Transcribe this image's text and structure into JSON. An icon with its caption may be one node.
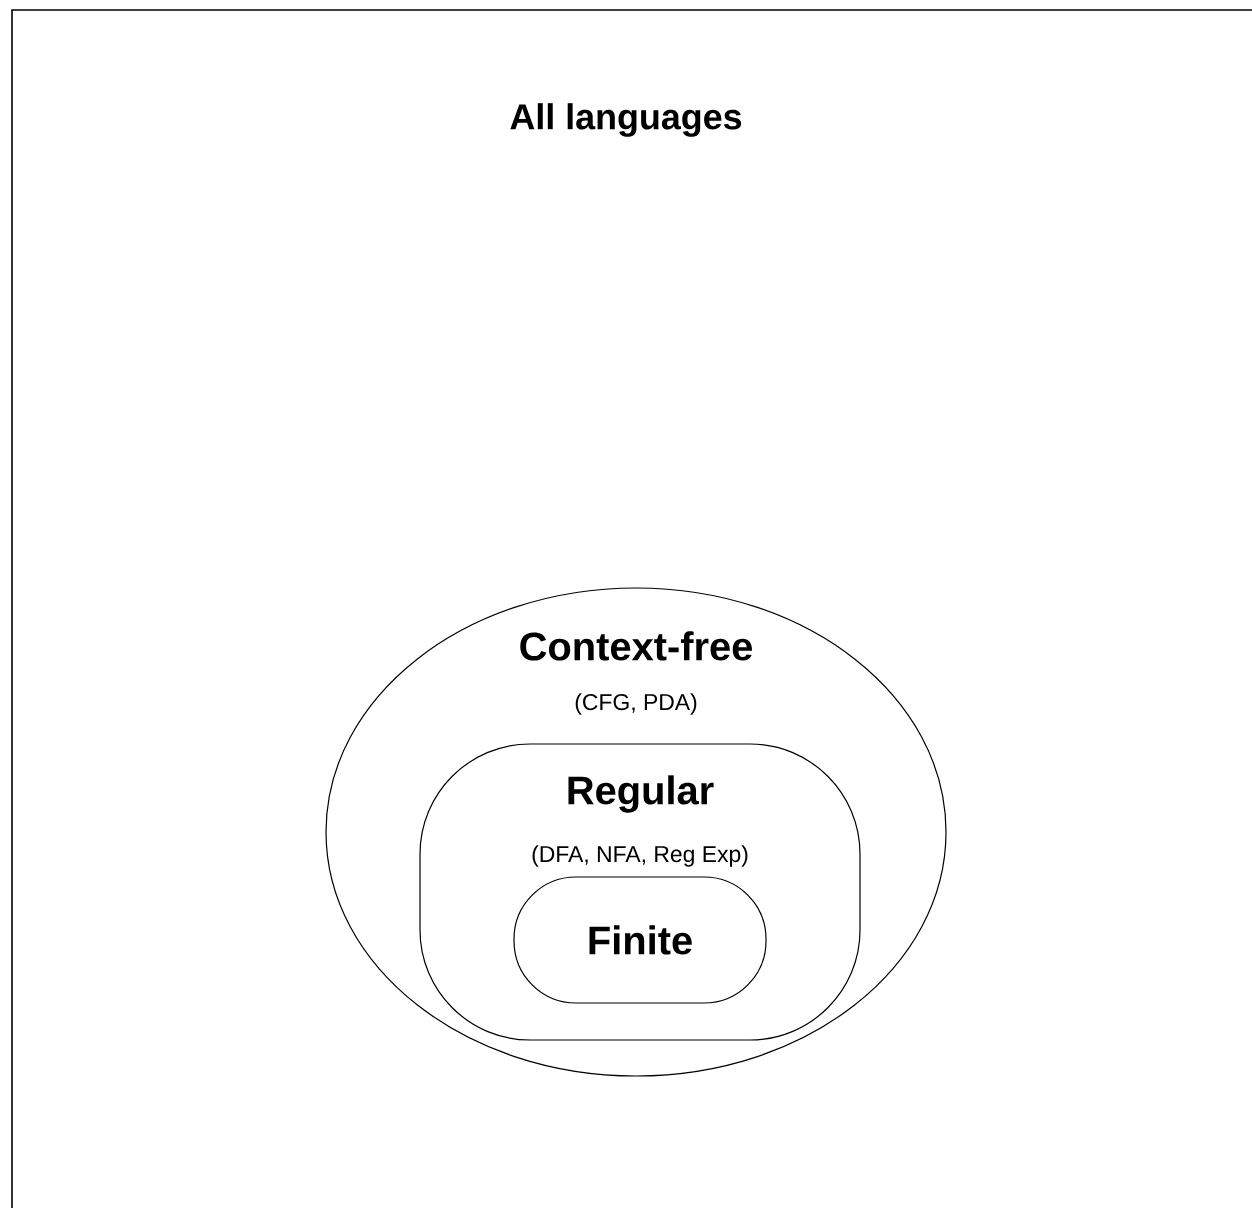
{
  "diagram": {
    "nodes": [
      {
        "text": [
          "All languages"
        ]
      },
      {
        "text": [
          "Context-free",
          "(CFG, PDA)"
        ],
        "in": 0
      },
      {
        "text": [
          "Regular",
          "(DFA, NFA, Reg Exp)"
        ],
        "in": 1
      },
      {
        "text": [
          "Finite"
        ],
        "in": 2
      }
    ]
  }
}
